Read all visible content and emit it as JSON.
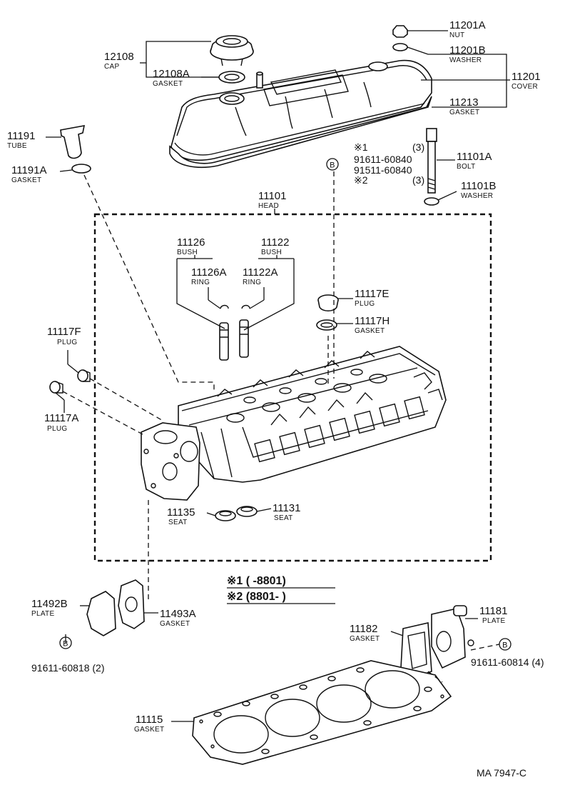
{
  "parts": {
    "nut": {
      "num": "11201A",
      "name": "NUT"
    },
    "washer_cover": {
      "num": "11201B",
      "name": "WASHER"
    },
    "cover": {
      "num": "11201",
      "name": "COVER"
    },
    "gasket_cover": {
      "num": "11213",
      "name": "GASKET"
    },
    "cap": {
      "num": "12108",
      "name": "CAP"
    },
    "gasket_cap": {
      "num": "12108A",
      "name": "GASKET"
    },
    "tube": {
      "num": "11191",
      "name": "TUBE"
    },
    "gasket_tube": {
      "num": "11191A",
      "name": "GASKET"
    },
    "bolt": {
      "num": "11101A",
      "name": "BOLT"
    },
    "washer_bolt": {
      "num": "11101B",
      "name": "WASHER"
    },
    "head": {
      "num": "11101",
      "name": "HEAD"
    },
    "bush_left": {
      "num": "11126",
      "name": "BUSH"
    },
    "bush_right": {
      "num": "11122",
      "name": "BUSH"
    },
    "ring_left": {
      "num": "11126A",
      "name": "RING"
    },
    "ring_right": {
      "num": "11122A",
      "name": "RING"
    },
    "plug_e": {
      "num": "11117E",
      "name": "PLUG"
    },
    "gasket_h": {
      "num": "11117H",
      "name": "GASKET"
    },
    "plug_f": {
      "num": "11117F",
      "name": "PLUG"
    },
    "plug_a": {
      "num": "11117A",
      "name": "PLUG"
    },
    "seat_left": {
      "num": "11135",
      "name": "SEAT"
    },
    "seat_right": {
      "num": "11131",
      "name": "SEAT"
    },
    "plate_left": {
      "num": "11492B",
      "name": "PLATE"
    },
    "gasket_plate": {
      "num": "11493A",
      "name": "GASKET"
    },
    "gasket_side": {
      "num": "11182",
      "name": "GASKET"
    },
    "plate_right": {
      "num": "11181",
      "name": "PLATE"
    },
    "gasket_head": {
      "num": "11115",
      "name": "GASKET"
    }
  },
  "bolt_codes": {
    "mark1": "※1",
    "code1": "91611-60840",
    "code2": "91511-60840",
    "mark2": "※2",
    "qty1": "(3)",
    "qty2": "(3)",
    "circle": "B"
  },
  "fasteners": {
    "left_code": "91611-60818 (2)",
    "right_code": "91611-60814 (4)",
    "circle": "B"
  },
  "notes": {
    "note1": "※1 (    -8801)",
    "note2": "※2 (8801-        )"
  },
  "figure_id": "MA 7947-C"
}
